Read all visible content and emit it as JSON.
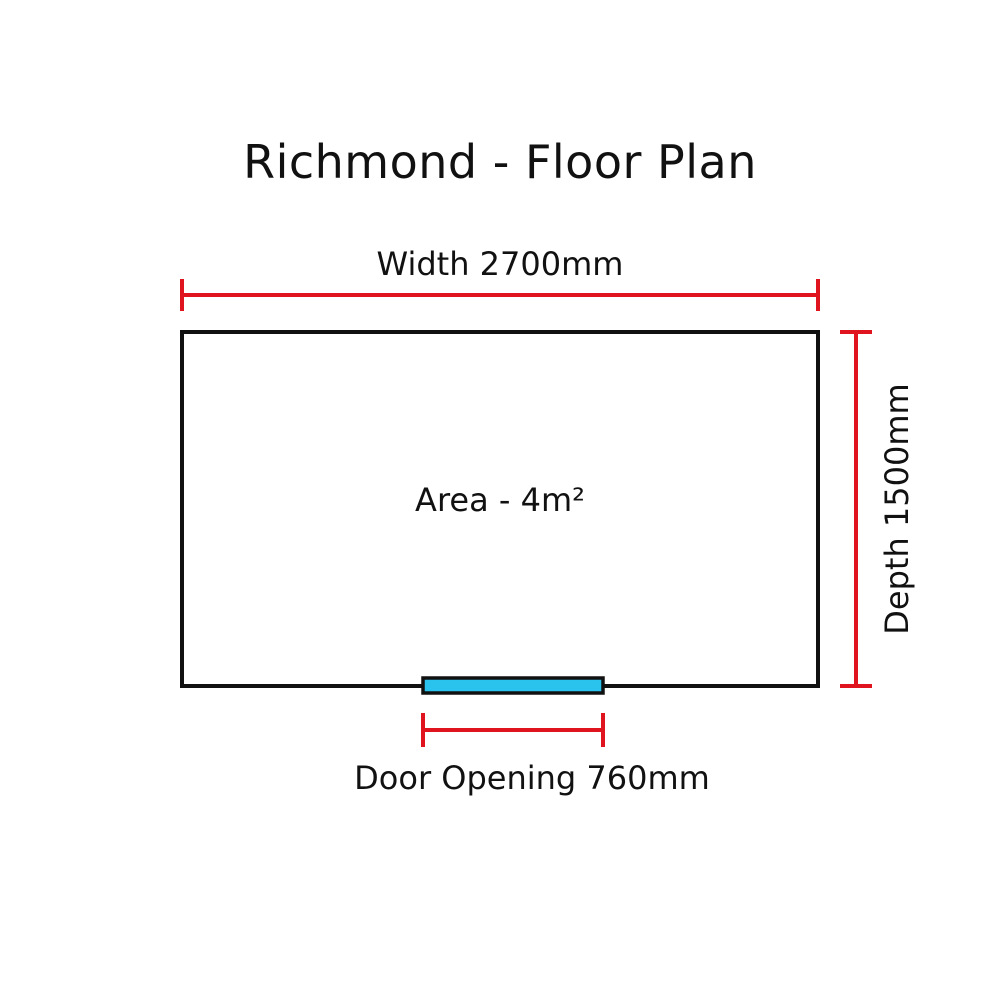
{
  "title": "Richmond - Floor Plan",
  "dimensions": {
    "width_label": "Width 2700mm",
    "depth_label": "Depth 1500mm",
    "door_label": "Door Opening 760mm",
    "area_label": "Area - 4m²"
  },
  "colors": {
    "dimension_line": "#e0141e",
    "wall": "#111111",
    "door": "#29c3ee",
    "background": "#ffffff"
  }
}
